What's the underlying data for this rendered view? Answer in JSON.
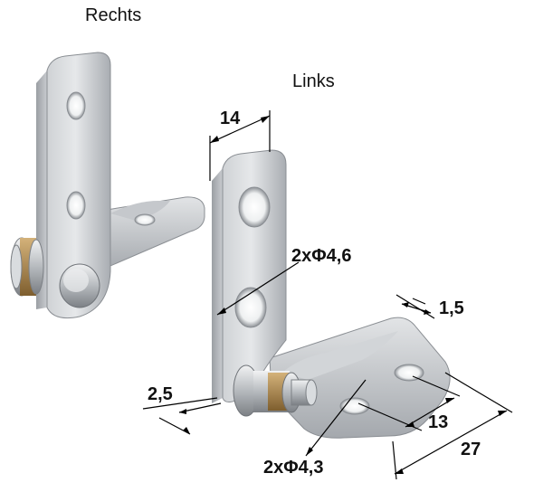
{
  "views": {
    "right": {
      "title": "Rechts"
    },
    "left": {
      "title": "Links"
    }
  },
  "dimensions": {
    "width": "14",
    "hole_top": "2xΦ4,6",
    "thickness": "1,5",
    "offset": "2,5",
    "hole_spacing": "13",
    "length": "27",
    "hole_bottom": "2xΦ4,3"
  },
  "colors": {
    "metal_light": "#e4e6e8",
    "metal_mid": "#b9bcc0",
    "metal_dark": "#8a8e93",
    "brass": "#a8824a",
    "dimension_line": "#000000"
  }
}
